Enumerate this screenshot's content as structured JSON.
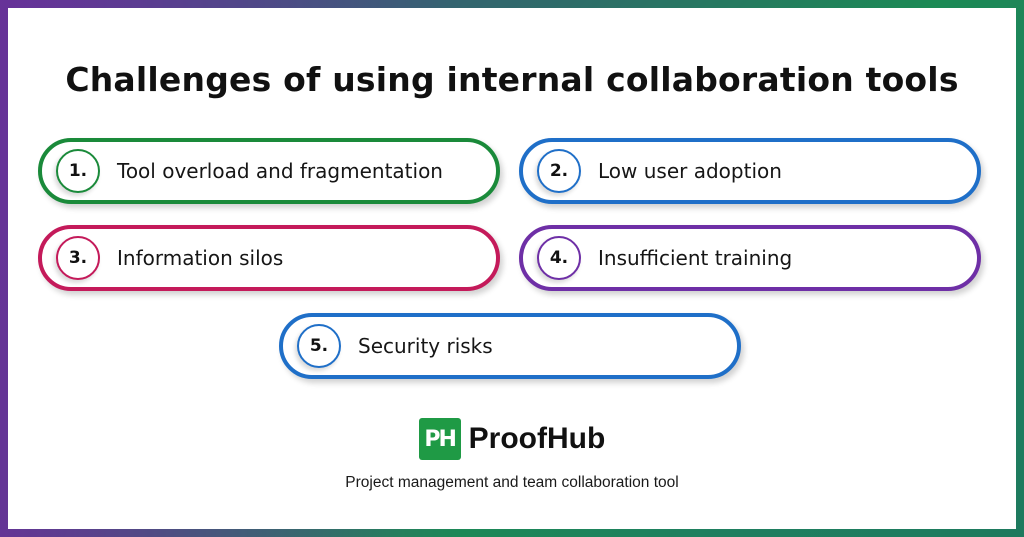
{
  "title": "Challenges of using internal collaboration tools",
  "colors": {
    "green": "#1a8a3a",
    "blue": "#1f6fc8",
    "crimson": "#c41a5a",
    "purple": "#6e2fa6",
    "frame_top_left": "#4a4a8c",
    "frame_top_right": "#1a9a4a",
    "frame_bottom_left": "#6a2f9a",
    "frame_bottom_right": "#1f7f60"
  },
  "items": [
    {
      "number": "1.",
      "label": "Tool overload and fragmentation",
      "color": "#1a8a3a"
    },
    {
      "number": "2.",
      "label": "Low user adoption",
      "color": "#1f6fc8"
    },
    {
      "number": "3.",
      "label": "Information silos",
      "color": "#c41a5a"
    },
    {
      "number": "4.",
      "label": "Insufficient training",
      "color": "#6e2fa6"
    },
    {
      "number": "5.",
      "label": "Security risks",
      "color": "#1f6fc8"
    }
  ],
  "brand": {
    "logo_text": "PH",
    "name": "ProofHub",
    "tagline": "Project management and team collaboration tool"
  }
}
